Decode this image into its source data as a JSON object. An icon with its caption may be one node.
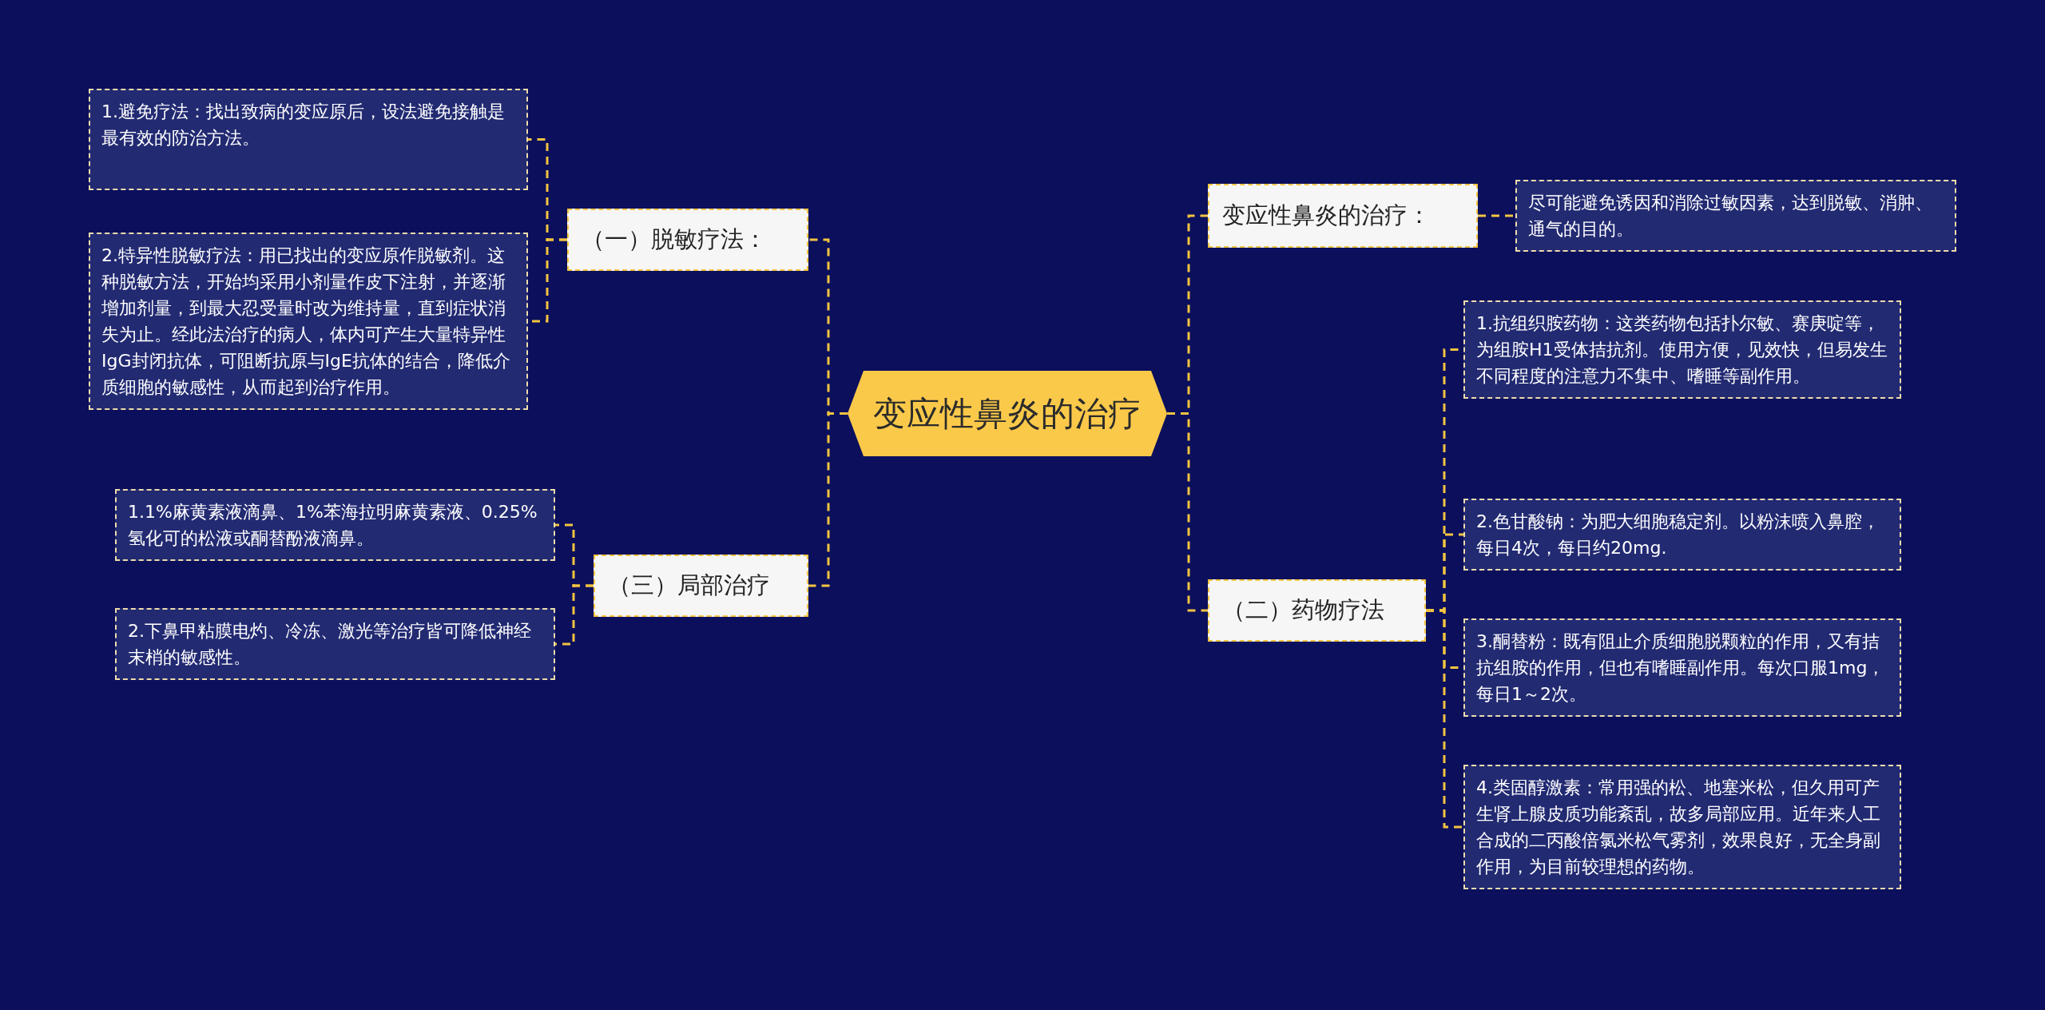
{
  "diagram": {
    "nodes": [
      {
        "text": [
          "变应性鼻炎的治疗"
        ]
      },
      {
        "text": [
          "（一）脱敏疗法："
        ]
      },
      {
        "text": [
          "1.避免疗法：找出致病的变应原后，设法避免接触是最有效的防治方法。"
        ]
      },
      {
        "text": [
          "2.特异性脱敏疗法：用已找出的变应原作脱敏剂。这种脱敏方法，开始均采用小剂量作皮下注射，并逐渐增加剂量，到最大忍受量时改为维持量，直到症状消失为止。经此法治疗的病人，体内可产生大量特异性IgG封闭抗体，可阻断抗原与IgE抗体的结合，降低介质细胞的敏感性，从而起到治疗作用。"
        ]
      },
      {
        "text": [
          "（三）局部治疗"
        ]
      },
      {
        "text": [
          "1.1%麻黄素液滴鼻、1%苯海拉明麻黄素液、0.25%氢化可的松液或酮替酚液滴鼻。"
        ]
      },
      {
        "text": [
          "2.下鼻甲粘膜电灼、冷冻、激光等治疗皆可降低神经末梢的敏感性。"
        ]
      },
      {
        "text": [
          "变应性鼻炎的治疗："
        ]
      },
      {
        "text": [
          "尽可能避免诱因和消除过敏因素，达到脱敏、消肿、通气的目的。"
        ]
      },
      {
        "text": [
          "（二）药物疗法"
        ]
      },
      {
        "text": [
          "1.抗组织胺药物：这类药物包括扑尔敏、赛庚啶等，为组胺H1受体拮抗剂。使用方便，见效快，但易发生不同程度的注意力不集中、嗜睡等副作用。"
        ]
      },
      {
        "text": [
          "2.色甘酸钠：为肥大细胞稳定剂。以粉沫喷入鼻腔，每日4次，每日约20mg."
        ]
      },
      {
        "text": [
          "3.酮替粉：既有阻止介质细胞脱颗粒的作用，又有拮抗组胺的作用，但也有嗜睡副作用。每次口服1mg，每日1～2次。"
        ]
      },
      {
        "text": [
          "4.类固醇激素：常用强的松、地塞米松，但久用可产生肾上腺皮质功能紊乱，故多局部应用。近年来人工合成的二丙酸倍氯米松气雾剂，效果良好，无全身副作用，为目前较理想的药物。"
        ]
      }
    ],
    "edges": [
      {
        "from": 0,
        "to": 1,
        "arrow": "none",
        "style": "dashed"
      },
      {
        "from": 0,
        "to": 4,
        "arrow": "none",
        "style": "dashed"
      },
      {
        "from": 0,
        "to": 7,
        "arrow": "none",
        "style": "dashed"
      },
      {
        "from": 0,
        "to": 9,
        "arrow": "none",
        "style": "dashed"
      },
      {
        "from": 1,
        "to": 2,
        "arrow": "none",
        "style": "dashed"
      },
      {
        "from": 1,
        "to": 3,
        "arrow": "none",
        "style": "dashed"
      },
      {
        "from": 4,
        "to": 5,
        "arrow": "none",
        "style": "dashed"
      },
      {
        "from": 4,
        "to": 6,
        "arrow": "none",
        "style": "dashed"
      },
      {
        "from": 7,
        "to": 8,
        "arrow": "none",
        "style": "dashed"
      },
      {
        "from": 9,
        "to": 10,
        "arrow": "none",
        "style": "dashed"
      },
      {
        "from": 9,
        "to": 11,
        "arrow": "none",
        "style": "dashed"
      },
      {
        "from": 9,
        "to": 12,
        "arrow": "none",
        "style": "dashed"
      },
      {
        "from": 9,
        "to": 13,
        "arrow": "none",
        "style": "dashed"
      }
    ]
  }
}
